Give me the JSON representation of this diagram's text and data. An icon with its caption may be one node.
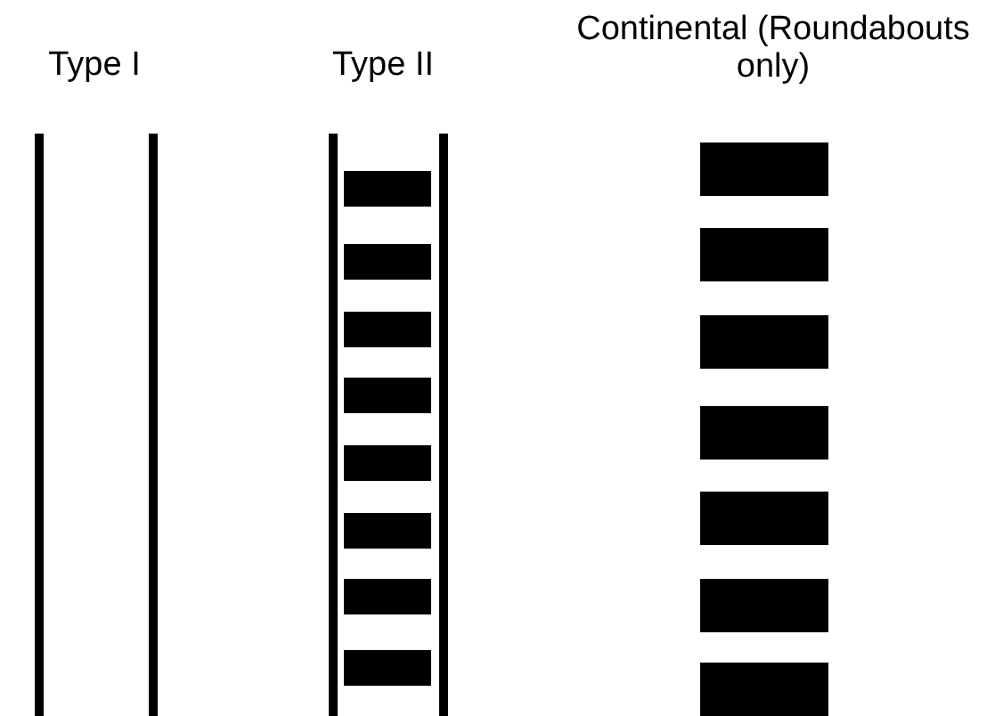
{
  "diagram": {
    "labels": [
      "Type I",
      "Type II",
      "Continental (Roundabouts only)"
    ]
  }
}
